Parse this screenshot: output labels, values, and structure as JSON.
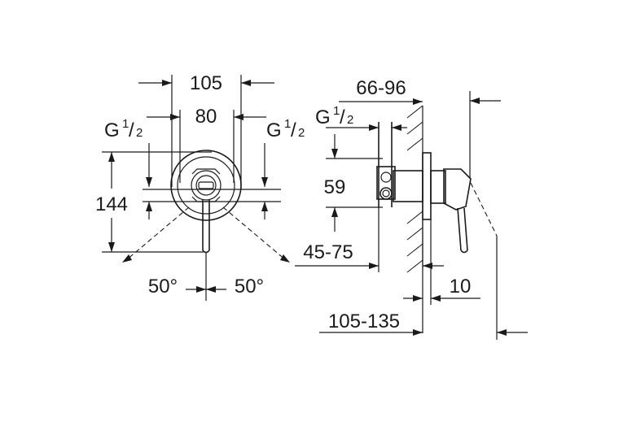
{
  "front_view": {
    "dim_top_outer": "105",
    "dim_top_inner": "80",
    "thread_left": {
      "base": "G",
      "num": "1",
      "den": "2"
    },
    "thread_right": {
      "base": "G",
      "num": "1",
      "den": "2"
    },
    "dim_height": "144",
    "angle_left": "50°",
    "angle_right": "50°"
  },
  "side_view": {
    "dim_wall_depth": "66-96",
    "thread": {
      "base": "G",
      "num": "1",
      "den": "2"
    },
    "dim_height": "59",
    "dim_body_depth": "45-75",
    "dim_plate": "10",
    "dim_total_depth": "105-135"
  }
}
